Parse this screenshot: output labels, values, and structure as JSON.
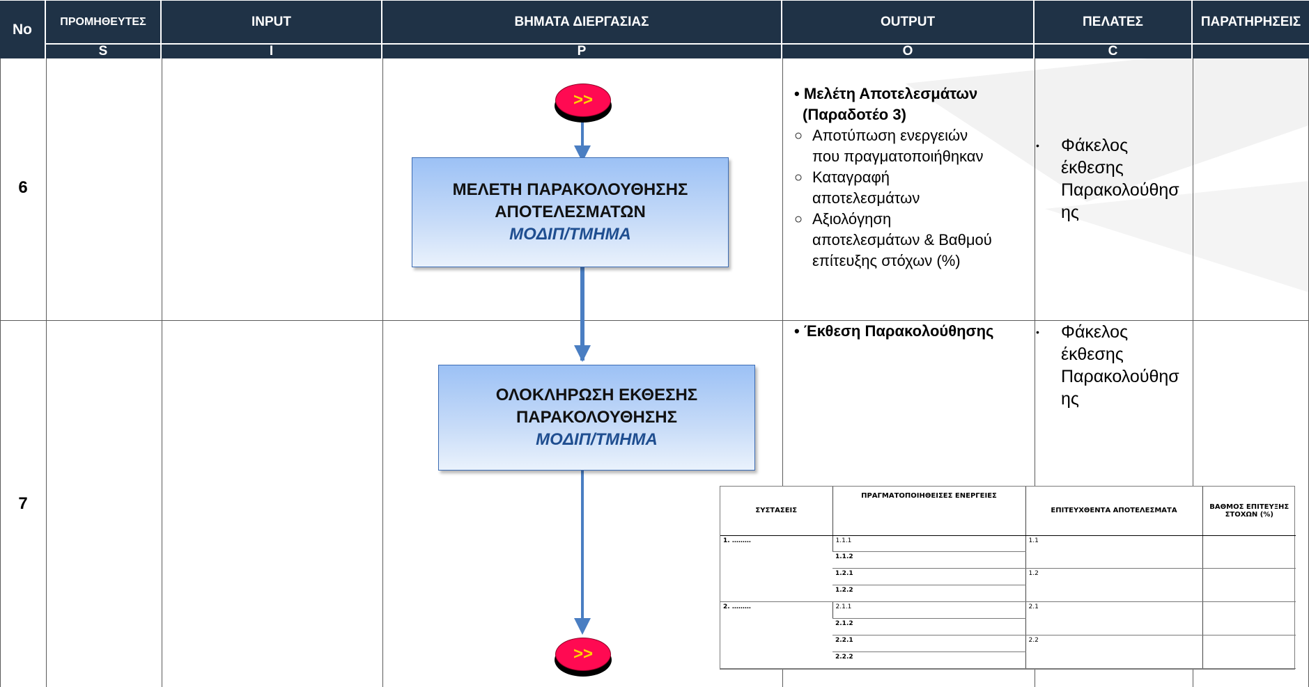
{
  "header": {
    "no": "No",
    "columns": [
      {
        "title": "ΠΡΟΜΗΘΕΥΤΕΣ",
        "letter": "S"
      },
      {
        "title": "INPUT",
        "letter": "I"
      },
      {
        "title": "ΒΗΜΑΤΑ ΔΙΕΡΓΑΣΙΑΣ",
        "letter": "P"
      },
      {
        "title": "OUTPUT",
        "letter": "O"
      },
      {
        "title": "ΠΕΛΑΤΕΣ",
        "letter": "C"
      },
      {
        "title": "ΠΑΡΑΤΗΡΗΣΕΙΣ",
        "letter": ""
      }
    ]
  },
  "rows": [
    {
      "no": "6",
      "process": {
        "title_line1": "ΜΕΛΕΤΗ ΠΑΡΑΚΟΛΟΥΘΗΣΗΣ",
        "title_line2": "ΑΠΟΤΕΛΕΣΜΑΤΩΝ",
        "owner": "ΜΟΔΙΠ/ΤΜΗΜΑ"
      },
      "output": {
        "bullet": "•",
        "heading_line1": "Μελέτη Αποτελεσμάτων",
        "heading_line2": "(Παραδοτέο 3)",
        "sub_marker": "○",
        "items": [
          [
            "Αποτύπωση ενεργειών",
            "που πραγματοποιήθηκαν"
          ],
          [
            "Καταγραφή",
            "αποτελεσμάτων"
          ],
          [
            "Αξιολόγηση",
            "αποτελεσμάτων & Βαθμού",
            "επίτευξης στόχων (%)"
          ]
        ]
      },
      "customers": {
        "bullet": "•",
        "lines": [
          "Φάκελος",
          "έκθεσης",
          "Παρακολούθησ",
          "ης"
        ]
      }
    },
    {
      "no": "7",
      "process": {
        "title_line1": "ΟΛΟΚΛΗΡΩΣΗ ΕΚΘΕΣΗΣ",
        "title_line2": "ΠΑΡΑΚΟΛΟΥΘΗΣΗΣ",
        "owner": "ΜΟΔΙΠ/ΤΜΗΜΑ"
      },
      "output": {
        "bullet": "•",
        "heading": "Έκθεση Παρακολούθησης"
      },
      "customers": {
        "bullet": "•",
        "lines": [
          "Φάκελος",
          "έκθεσης",
          "Παρακολούθησ",
          "ης"
        ]
      }
    }
  ],
  "connector_label": ">>",
  "embedded_table": {
    "headers": [
      "ΣΥΣΤΑΣΕΙΣ",
      "ΠΡΑΓΜΑΤΟΠΟΙΗΘΕΙΣΕΣ ΕΝΕΡΓΕΙΕΣ",
      "ΕΠΙΤΕΥΧΘΕΝΤΑ ΑΠΟΤΕΛΕΣΜΑΤΑ",
      "ΒΑΘΜΟΣ ΕΠΙΤΕΥΞΗΣ ΣΤΟΧΩΝ (%)"
    ],
    "recommendations": [
      "1. ………",
      "2. ………"
    ],
    "actions": [
      "1.1.1",
      "1.1.2",
      "1.2.1",
      "1.2.2",
      "2.1.1",
      "2.1.2",
      "2.2.1",
      "2.2.2"
    ],
    "results": [
      "1.1",
      "1.2",
      "2.1",
      "2.2"
    ]
  }
}
